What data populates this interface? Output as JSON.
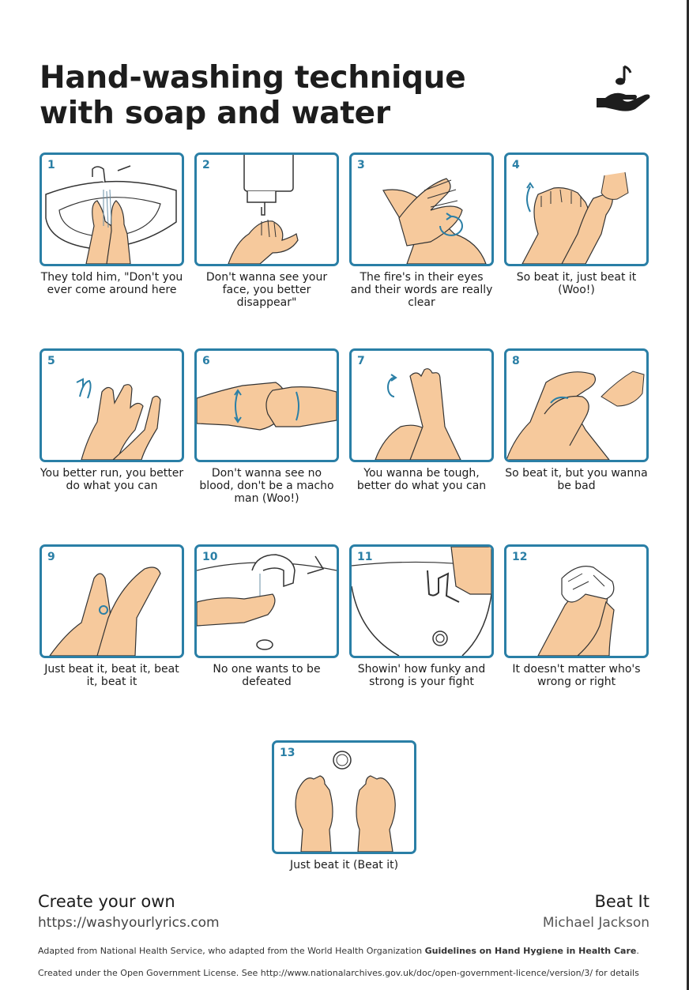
{
  "title_line1": "Hand-washing technique",
  "title_line2": "with soap and water",
  "logo_icon": "hand-with-music-note-icon",
  "accent_color": "#2a7fa6",
  "skin_color": "#f6c99c",
  "steps": [
    {
      "num": "1",
      "caption": "They told him, \"Don't you ever come around here"
    },
    {
      "num": "2",
      "caption": "Don't wanna see your face, you better disappear\""
    },
    {
      "num": "3",
      "caption": "The fire's in their eyes and their words are really clear"
    },
    {
      "num": "4",
      "caption": "So beat it, just beat it (Woo!)"
    },
    {
      "num": "5",
      "caption": "You better run, you better do what you can"
    },
    {
      "num": "6",
      "caption": "Don't wanna see no blood, don't be a macho man (Woo!)"
    },
    {
      "num": "7",
      "caption": "You wanna be tough, better do what you can"
    },
    {
      "num": "8",
      "caption": "So beat it, but you wanna be bad"
    },
    {
      "num": "9",
      "caption": "Just beat it, beat it, beat it, beat it"
    },
    {
      "num": "10",
      "caption": "No one wants to be defeated"
    },
    {
      "num": "11",
      "caption": "Showin' how funky and strong is your fight"
    },
    {
      "num": "12",
      "caption": "It doesn't matter who's wrong or right"
    },
    {
      "num": "13",
      "caption": "Just beat it (Beat it)"
    }
  ],
  "footer": {
    "create_label": "Create your own",
    "url": "https://washyourlyrics.com",
    "song": "Beat It",
    "artist": "Michael Jackson",
    "credit_prefix": "Adapted from National Health Service, who adapted from the World Health Organization ",
    "credit_bold": "Guidelines on Hand Hygiene in Health Care",
    "credit_suffix": ".",
    "license": "Created under the Open Government License. See http://www.nationalarchives.gov.uk/doc/open-government-licence/version/3/ for details"
  }
}
